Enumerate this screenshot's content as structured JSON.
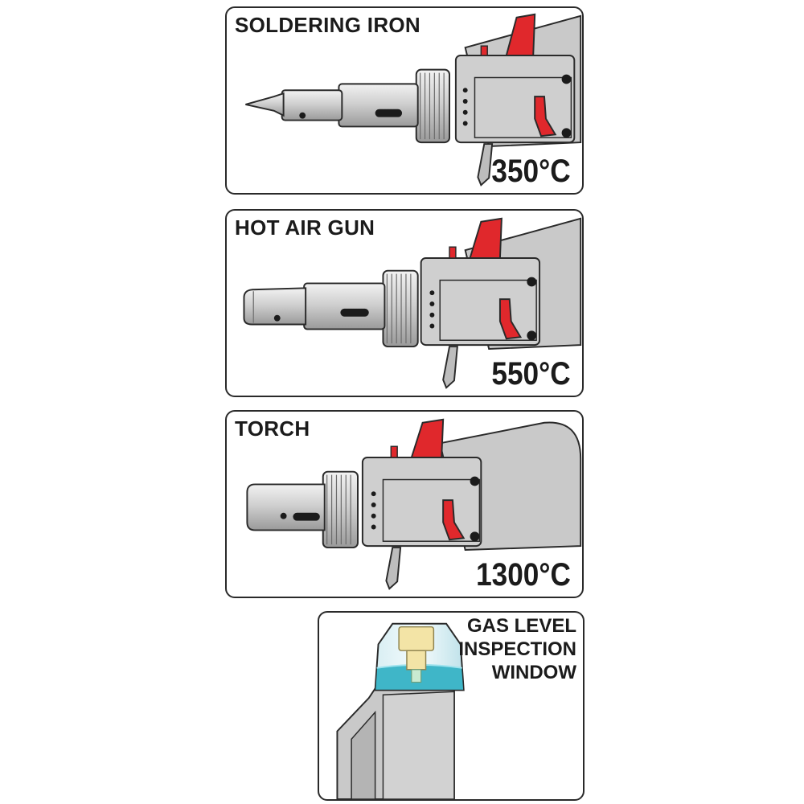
{
  "panels": [
    {
      "id": "soldering",
      "title": "SOLDERING IRON",
      "temperature": "350°C",
      "attachment": "soldering-tip"
    },
    {
      "id": "hotair",
      "title": "HOT AIR GUN",
      "temperature": "550°C",
      "attachment": "hot-air-nozzle"
    },
    {
      "id": "torch",
      "title": "TORCH",
      "temperature": "1300°C",
      "attachment": "torch-nozzle"
    }
  ],
  "gas_window": {
    "title_lines": [
      "GAS LEVEL",
      "INSPECTION",
      "WINDOW"
    ]
  },
  "colors": {
    "accent_red": "#e0282c",
    "body_gray": "#c9c9c9",
    "metal": "#d6d6d6",
    "gas_window": "#9fd9e6",
    "gas_liquid": "#3fb6c8",
    "valve": "#f3e4a6",
    "outline": "#2a2a2a"
  }
}
